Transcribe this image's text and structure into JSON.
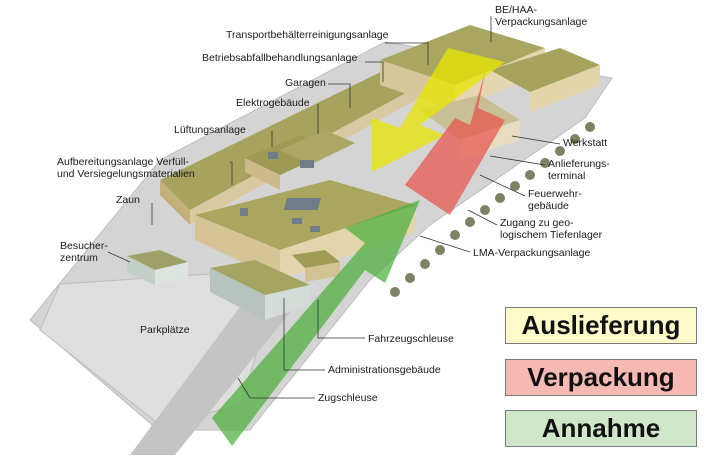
{
  "labels": {
    "be_haa": "BE/HAA-\nVerpackungsanlage",
    "transportbehaelter": "Transportbehälterreinigungsanlage",
    "betriebsabfall": "Betriebsabfallbehandlungsanlage",
    "garagen": "Garagen",
    "elektrogebaeude": "Elektrogebäude",
    "lueftungsanlage": "Lüftungsanlage",
    "aufbereitungsanlage": "Aufbereitungsanlage Verfüll-\nund Versiegelungsmaterialien",
    "zaun": "Zaun",
    "besucherzentrum": "Besucher-\nzentrum",
    "parkplaetze": "Parkplätze",
    "werkstatt": "Werkstatt",
    "anlieferungsterminal": "Anlieferungs-\nterminal",
    "feuerwehrgebaeude": "Feuerwehr-\ngebäude",
    "zugang": "Zugang zu geo-\nlogischem Tiefenlager",
    "lma": "LMA-Verpackungsanlage",
    "fahrzeugschleuse": "Fahrzeugschleuse",
    "administrationsgebaeude": "Administrationsgebäude",
    "zugschleuse": "Zugschleuse"
  },
  "legend": {
    "auslieferung": "Auslieferung",
    "verpackung": "Verpackung",
    "annahme": "Annahme"
  },
  "colors": {
    "auslieferung_fill": "#fdfbc9",
    "verpackung_fill": "#f6b9b3",
    "annahme_fill": "#cfe7c8",
    "arrow_yellow": "#e8e600",
    "arrow_red": "#e8504a",
    "arrow_green": "#4caf3c",
    "roof_green": "#a6a35e",
    "wall_tan": "#d9c9a0",
    "ground_gray": "#d0d0d0"
  }
}
